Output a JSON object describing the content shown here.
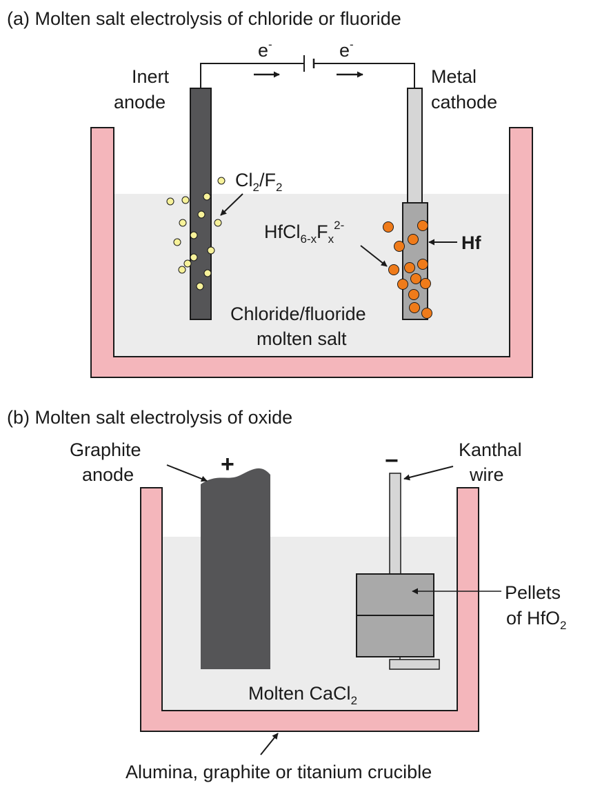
{
  "panel_a": {
    "title": "(a) Molten salt electrolysis of chloride or fluoride",
    "electron_left": "e",
    "electron_right": "e",
    "electron_charge": "-",
    "anode_label_1": "Inert",
    "anode_label_2": "anode",
    "cathode_label_1": "Metal",
    "cathode_label_2": "cathode",
    "gas_main_1": "Cl",
    "gas_sub_1": "2",
    "gas_main_2": "/F",
    "gas_sub_2": "2",
    "complex_main_1": "HfCl",
    "complex_sub_1": "6-x",
    "complex_main_2": "F",
    "complex_sub_2": "x",
    "complex_sup": "2-",
    "deposit_label": "Hf",
    "salt_label_1": "Chloride/fluoride",
    "salt_label_2": "molten salt"
  },
  "panel_b": {
    "title": "(b) Molten salt electrolysis of oxide",
    "anode_label_1": "Graphite",
    "anode_label_2": "anode",
    "plus_sign": "+",
    "minus_sign": "−",
    "wire_label_1": "Kanthal",
    "wire_label_2": "wire",
    "pellets_label_1": "Pellets",
    "pellets_main": "of HfO",
    "pellets_sub": "2",
    "salt_main": "Molten CaCl",
    "salt_sub": "2",
    "crucible_label": "Alumina, graphite or titanium crucible"
  },
  "colors": {
    "crucible": "#f4b6bb",
    "salt": "#ececec",
    "inert_anode": "#555557",
    "cathode_rod": "#d6d6d6",
    "cathode_deposit": "#a8a8a8",
    "gas_bubble": "#f7f29a",
    "ion": "#ef7b1a",
    "pellet": "#a9a9a9",
    "outline": "#1a1a1a"
  }
}
